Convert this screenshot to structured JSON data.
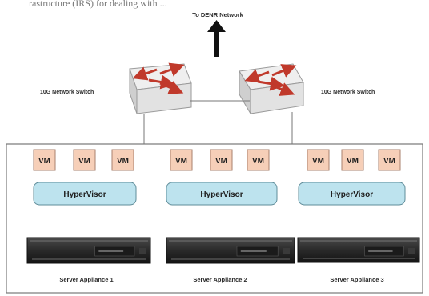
{
  "diagram": {
    "header_fragment": "rastructure (IRS) for dealing with ...",
    "uplink_label": "To DENR Network",
    "switches": [
      {
        "label": "10G Network Switch"
      },
      {
        "label": "10G Network Switch"
      }
    ],
    "appliances": [
      {
        "label": "Server Appliance 1",
        "hypervisor": "HyperVisor",
        "vms": [
          "VM",
          "VM",
          "VM"
        ]
      },
      {
        "label": "Server Appliance 2",
        "hypervisor": "HyperVisor",
        "vms": [
          "VM",
          "VM",
          "VM"
        ]
      },
      {
        "label": "Server Appliance 3",
        "hypervisor": "HyperVisor",
        "vms": [
          "VM",
          "VM",
          "VM"
        ]
      }
    ],
    "colors": {
      "vm_fill": "#f6cfb8",
      "vm_stroke": "#a9826e",
      "hypervisor_fill": "#bde3ee",
      "hypervisor_stroke": "#5f8c99",
      "switch_top": "#eeeeee",
      "switch_side": "#cfcfcf",
      "switch_arrow": "#c0392b",
      "server_body": "#2d2d2d"
    }
  }
}
